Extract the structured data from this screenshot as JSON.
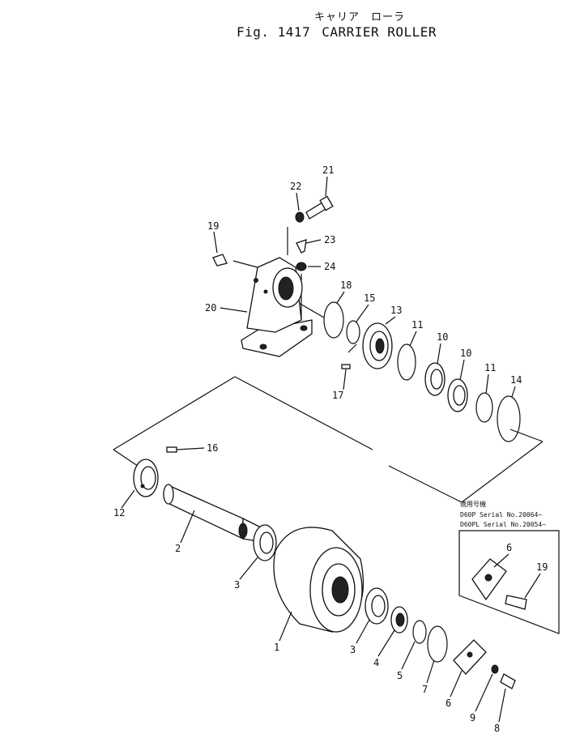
{
  "header": {
    "kana": "キャリア　ローラ",
    "fig_label": "Fig. 1417",
    "title": "CARRIER ROLLER"
  },
  "applicability": {
    "heading": "適用号機",
    "line1": "D60P   Serial No.20064~",
    "line2": "D60PL  Serial No.20054~"
  },
  "callouts": [
    "21",
    "22",
    "19",
    "23",
    "24",
    "20",
    "18",
    "15",
    "13",
    "11",
    "10",
    "10",
    "11",
    "14",
    "17",
    "16",
    "12",
    "2",
    "3",
    "1",
    "3",
    "4",
    "5",
    "7",
    "6",
    "9",
    "8",
    "6",
    "19"
  ]
}
